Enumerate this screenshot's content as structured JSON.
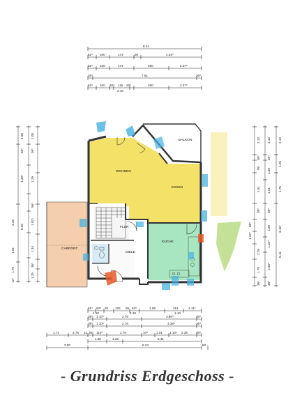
{
  "caption": "- Grundriss Erdgeschoss -",
  "rooms": {
    "balkon": "BALKON",
    "wohnen": "WOHNEN",
    "essen": "ESSEN",
    "flur": "FLUR",
    "kueche": "KÜCHE",
    "diele": "DIELE",
    "carport": "CARPORT"
  },
  "top_dimensions": {
    "row1": [
      "8.24"
    ],
    "row2": [
      "62⁵",
      "100",
      "174",
      "50",
      "4.01⁵"
    ],
    "row3": [
      "62⁵",
      "100",
      "174",
      "250",
      "2.37⁵"
    ],
    "row4": [
      "36⁵",
      "7.51",
      "36⁵"
    ],
    "row5": [
      "62⁵",
      "100",
      "30⁵",
      "115",
      "30⁵",
      "250",
      "2.37⁵"
    ],
    "row5_sub": [
      "2.10"
    ]
  },
  "bottom_dimensions": {
    "row1": [
      "61⁵",
      "63⁵",
      "25",
      "125",
      "26",
      "63⁵",
      "1.99",
      "151",
      "1.11⁵"
    ],
    "row1_sub": [
      "1.10",
      "2.10",
      "1.10"
    ],
    "row2": [
      "36⁵",
      "1.10⁵",
      "2.76",
      "3.86⁵",
      "36⁵"
    ],
    "row3": [
      "36⁵",
      "1.10⁵",
      "2.76",
      "3.38⁵",
      "36⁵"
    ],
    "row4": [
      "1.72",
      "2.76",
      "12",
      "36⁵",
      "110⁵",
      "2.76",
      "10⁵",
      "1.01",
      "1.10⁵",
      "2.26",
      "36⁵"
    ],
    "row5": [
      "1.50",
      "1.25",
      "5.41"
    ],
    "row6": [
      "3.00",
      "8.24",
      "50"
    ]
  },
  "left_dimensions": {
    "col1": [
      "1.00",
      "36⁵",
      "1.49⁵",
      "5.05",
      "3.25",
      "1.51",
      "1.76",
      "12⁵"
    ],
    "col2": [
      "1.00",
      "36⁵",
      "1.29",
      "56⁵",
      "1.02⁵",
      "1.34",
      "36⁵",
      "1.25"
    ]
  },
  "right_dimensions": {
    "col1": [
      "2.10",
      "36⁵",
      "99",
      "2.51",
      "36⁵",
      "88⁵",
      "1.22⁵",
      "2.26",
      "1.75",
      "36⁵"
    ],
    "col2": [
      "2.10",
      "36⁵",
      "1.50",
      "1.01",
      "36⁵",
      "1.26",
      "1.10⁵",
      "36⁵",
      "2.60⁵"
    ],
    "col3": [
      "2.10",
      "1.25",
      "1.76",
      "3.16⁵",
      "5.11"
    ]
  }
}
